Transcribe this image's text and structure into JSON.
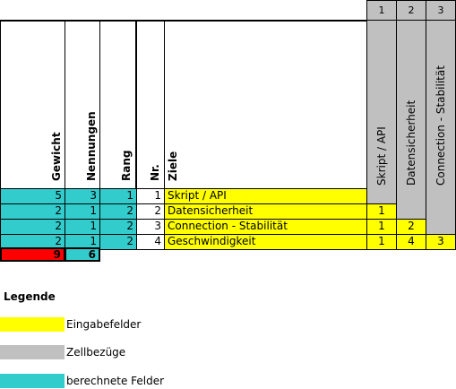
{
  "headers": {
    "gewicht": "Gewicht",
    "nennungen": "Nennungen",
    "rang": "Rang",
    "nr": "Nr.",
    "ziele": "Ziele"
  },
  "compare_columns": [
    {
      "number": "1",
      "label": "Skript / API"
    },
    {
      "number": "2",
      "label": "Datensicherheit"
    },
    {
      "number": "3",
      "label": "Connection - Stabilität"
    }
  ],
  "rows": [
    {
      "gewicht": "5",
      "nennungen": "3",
      "rang": "1",
      "nr": "1",
      "ziel": "Skript / API",
      "pairs": []
    },
    {
      "gewicht": "2",
      "nennungen": "1",
      "rang": "2",
      "nr": "2",
      "ziel": "Datensicherheit",
      "pairs": [
        "1"
      ]
    },
    {
      "gewicht": "2",
      "nennungen": "1",
      "rang": "2",
      "nr": "3",
      "ziel": "Connection - Stabilität",
      "pairs": [
        "1",
        "2"
      ]
    },
    {
      "gewicht": "2",
      "nennungen": "1",
      "rang": "2",
      "nr": "4",
      "ziel": "Geschwindigkeit",
      "pairs": [
        "1",
        "4",
        "3"
      ]
    }
  ],
  "totals": {
    "gewicht": "9",
    "nennungen": "6"
  },
  "legend": {
    "title": "Legende",
    "items": [
      {
        "label": "Eingabefelder",
        "color": "#ffff00"
      },
      {
        "label": "Zellbezüge",
        "color": "#c0c0c0"
      },
      {
        "label": "berechnete Felder",
        "color": "#33cccc"
      }
    ]
  },
  "colors": {
    "teal": "#33cccc",
    "yellow": "#ffff00",
    "gray": "#c0c0c0",
    "red": "#ff0000"
  }
}
